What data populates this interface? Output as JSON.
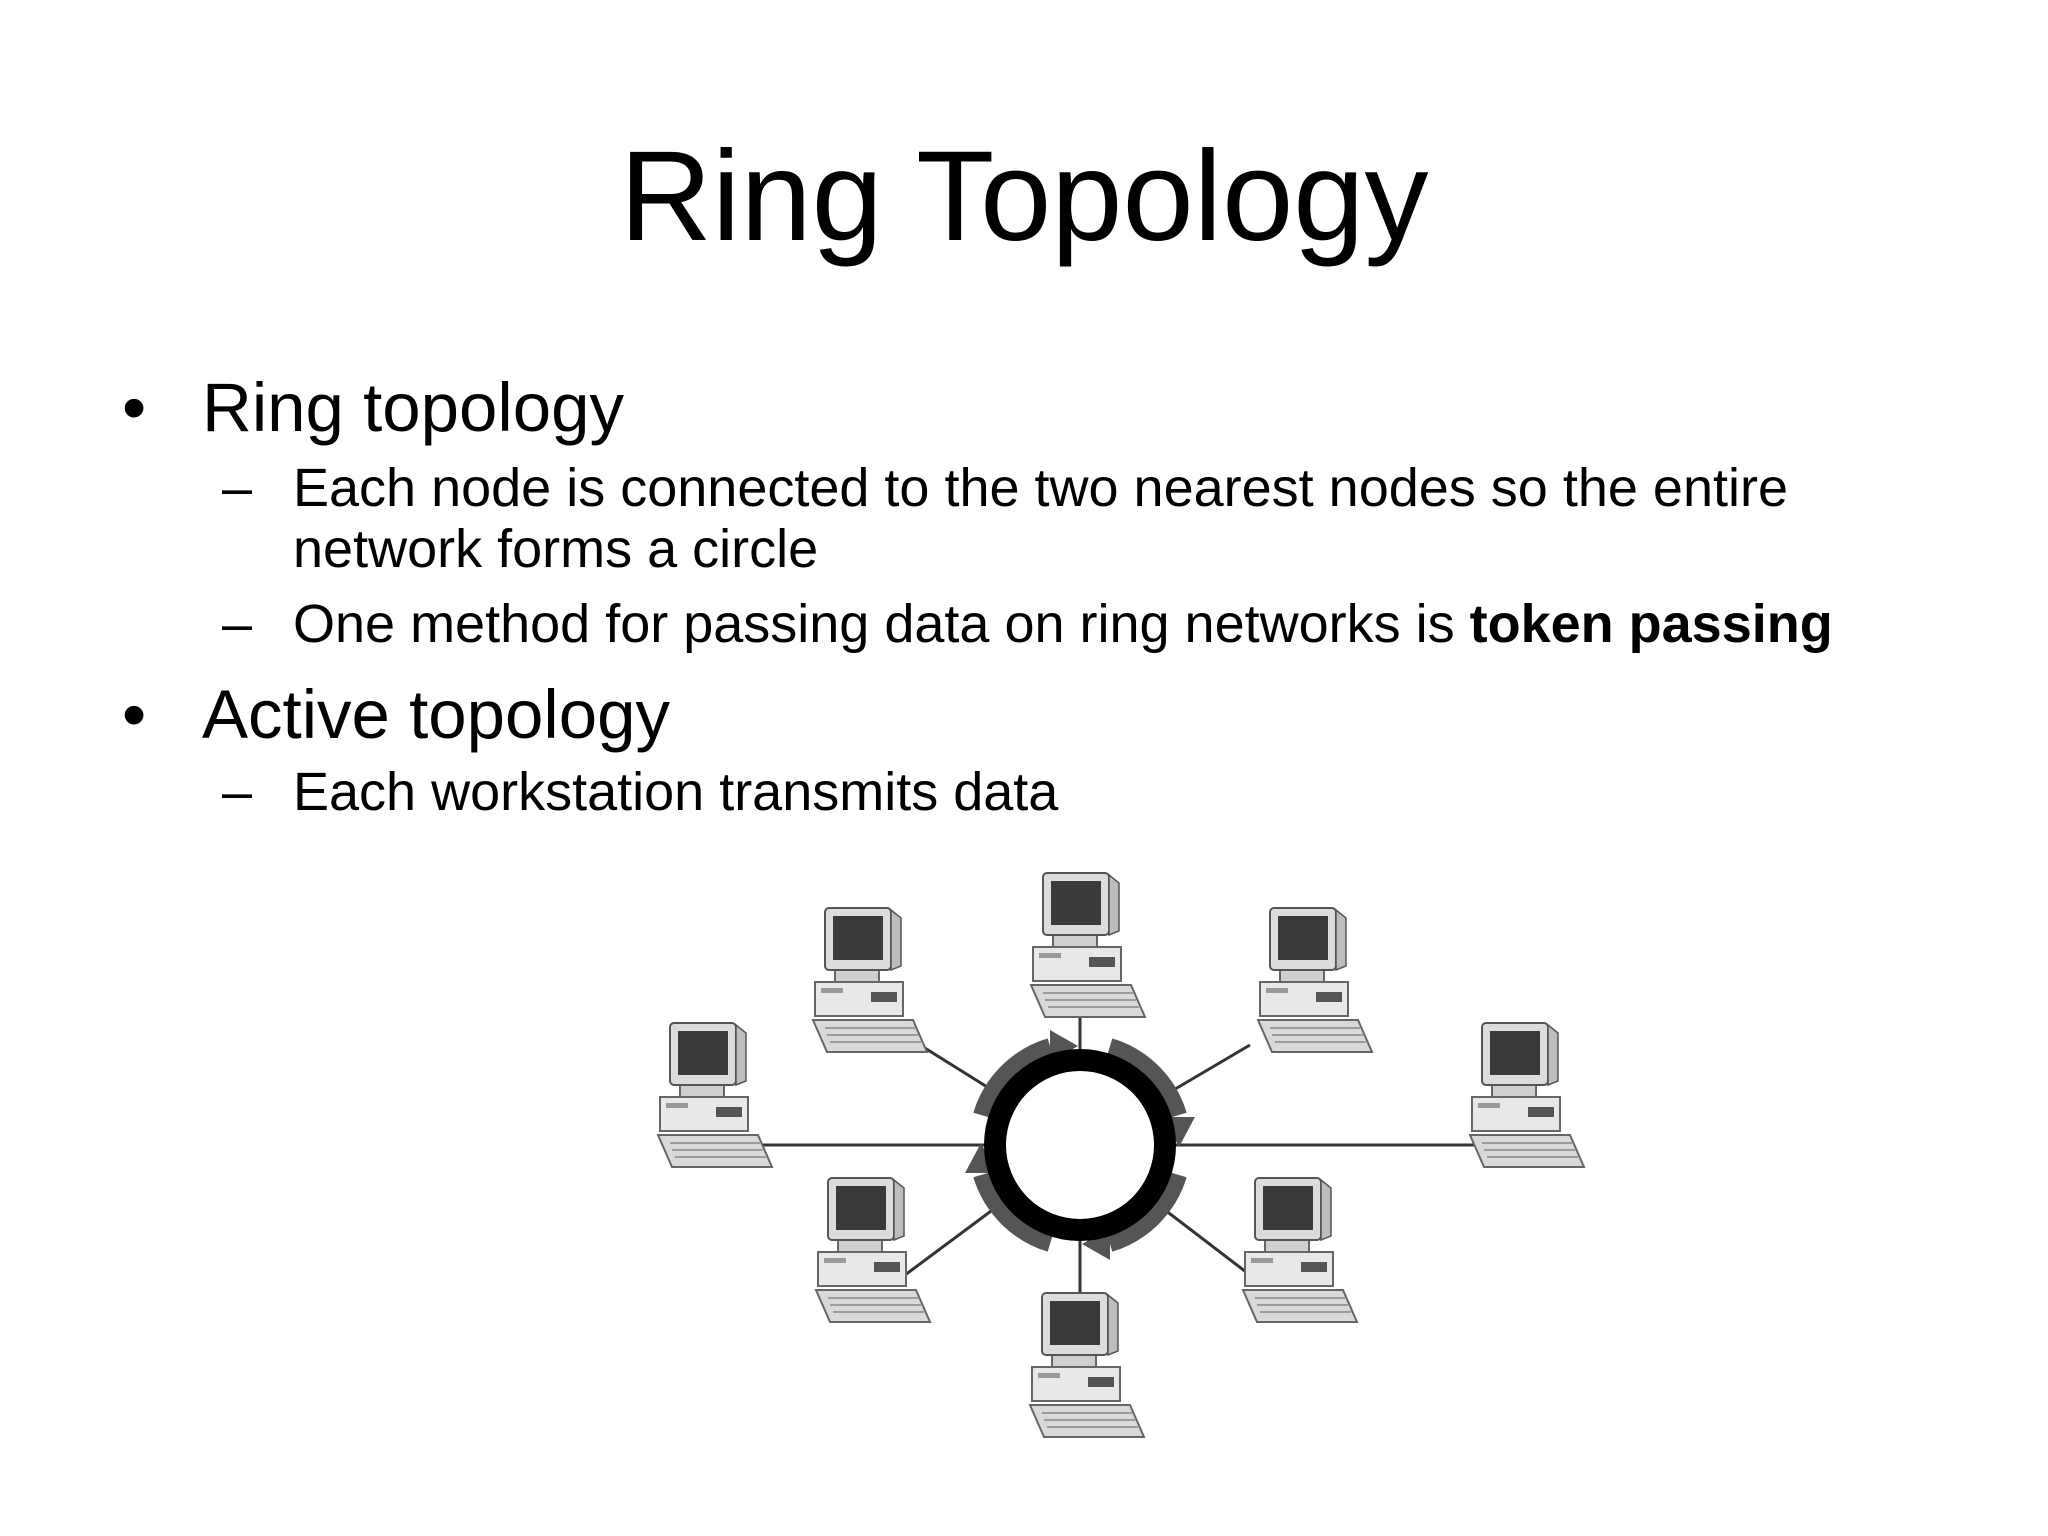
{
  "slide": {
    "title": "Ring Topology",
    "bullets": [
      {
        "marker": "•",
        "text": "Ring topology",
        "sub": [
          {
            "marker": "–",
            "line1": "Each node is connected to the two nearest nodes so the entire",
            "line2": "network forms a circle"
          },
          {
            "marker": "–",
            "text_plain": "One method for passing data on ring networks is ",
            "text_bold": "token passing"
          }
        ]
      },
      {
        "marker": "•",
        "text": "Active topology",
        "sub": [
          {
            "marker": "–",
            "text": "Each workstation transmits data"
          }
        ]
      }
    ]
  },
  "diagram": {
    "ring_color": "#000000",
    "arrow_color": "#555555",
    "link_color": "#333333",
    "workstations": [
      "top-left",
      "top",
      "top-right",
      "left",
      "right",
      "bottom-left",
      "bottom",
      "bottom-right"
    ],
    "icon": "desktop-computer-icon"
  }
}
